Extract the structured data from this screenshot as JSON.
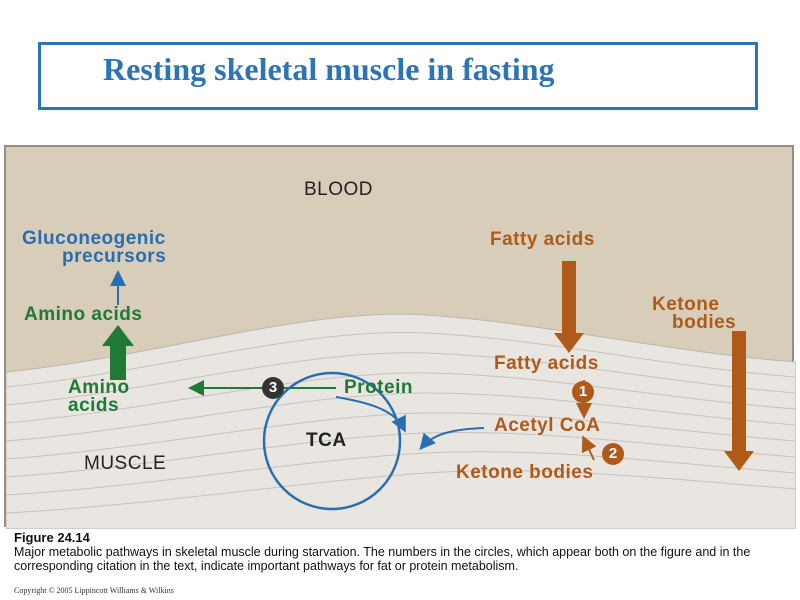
{
  "slide": {
    "title": "Resting skeletal muscle in fasting"
  },
  "diagram": {
    "blood_label": "BLOOD",
    "muscle_label": "MUSCLE",
    "gluconeogenic_line1": "Gluconeogenic",
    "gluconeogenic_line2": "precursors",
    "amino_acids_blood": "Amino acids",
    "amino_muscle_line1": "Amino",
    "amino_muscle_line2": "acids",
    "protein": "Protein",
    "tca": "TCA",
    "fatty_acids_blood": "Fatty acids",
    "ketone_blood_line1": "Ketone",
    "ketone_blood_line2": "bodies",
    "fatty_acids_muscle": "Fatty acids",
    "acetyl_coa": "Acetyl CoA",
    "ketone_bodies_muscle": "Ketone bodies",
    "badge_1": "1",
    "badge_2": "2",
    "badge_3": "3",
    "colors": {
      "background": "#d8cdb9",
      "blue": "#2a6db0",
      "green": "#1f7a35",
      "orange": "#b05a1a"
    }
  },
  "caption": {
    "figure_label": "Figure 24.14",
    "text": "Major metabolic pathways in skeletal muscle during starvation. The numbers in the circles, which appear both on the figure and in the corresponding citation in the text, indicate important pathways for fat or protein metabolism.",
    "copyright": "Copyright © 2005 Lippincott Williams & Wilkins"
  }
}
